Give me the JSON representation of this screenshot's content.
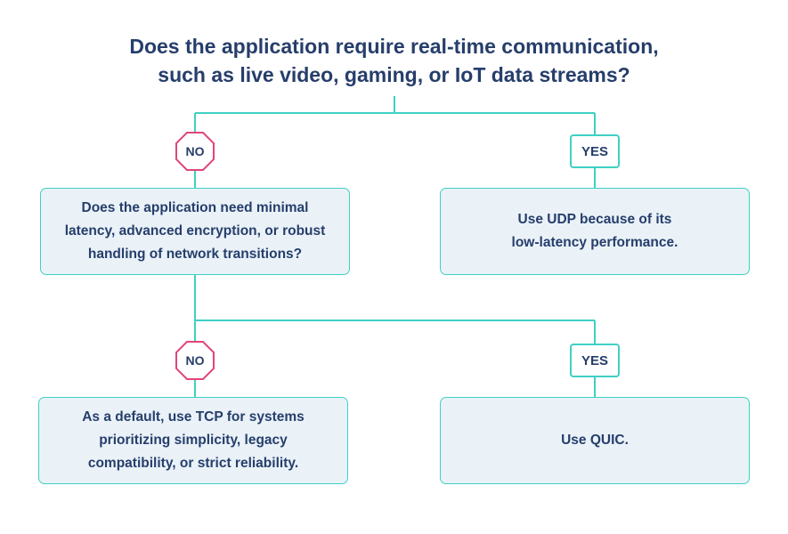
{
  "title": {
    "line1": "Does the application require real-time communication,",
    "line2": "such as live video, gaming, or IoT data streams?"
  },
  "labels": {
    "no": "NO",
    "yes": "YES"
  },
  "boxes": {
    "question2": "Does the application need minimal\nlatency, advanced encryption, or robust\nhandling of network transitions?",
    "udp": "Use UDP because of its\nlow-latency performance.",
    "tcp": "As a default, use TCP for systems\nprioritizing simplicity, legacy\ncompatibility, or strict reliability.",
    "quic": "Use QUIC."
  },
  "colors": {
    "text": "#263e6b",
    "line": "#3fd0c4",
    "box_fill": "#eaf2f8",
    "no_badge": "#e0457b",
    "yes_badge": "#3fd0c4"
  }
}
